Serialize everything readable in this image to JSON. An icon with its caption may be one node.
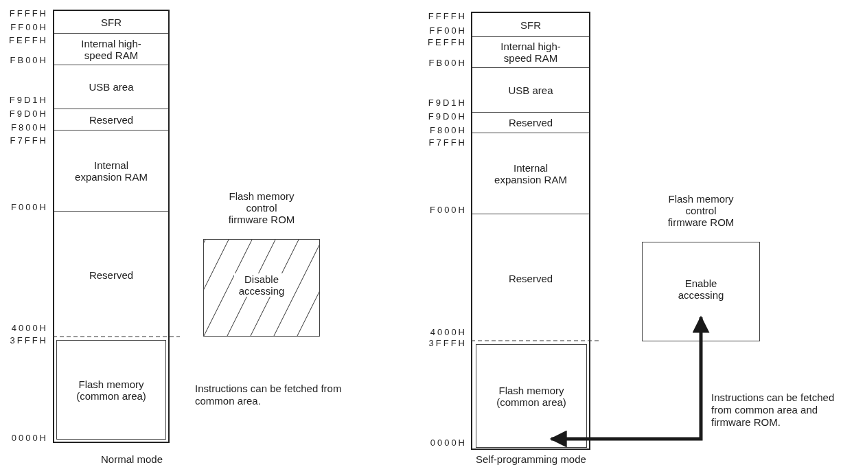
{
  "diagram": {
    "nodes": [
      {
        "text": [],
        "shape": "box",
        "beside": [
          "Normal mode"
        ]
      },
      {
        "text": [
          "SFR"
        ],
        "in": 0
      },
      {
        "text": [
          "Internal high-speed RAM"
        ],
        "in": 0
      },
      {
        "text": [
          "USB area"
        ],
        "in": 0
      },
      {
        "text": [
          "Reserved"
        ],
        "in": 0
      },
      {
        "text": [
          "Internal expansion RAM"
        ],
        "in": 0
      },
      {
        "text": [
          "Reserved"
        ],
        "in": 0
      },
      {
        "text": [
          "Flash memory (common area)"
        ],
        "in": 0
      },
      {
        "text": [
          "Flash memory control firmware ROM",
          "Disable accessing"
        ]
      },
      {
        "text": [],
        "shape": "box",
        "beside": [
          "Self-programming mode"
        ]
      },
      {
        "text": [
          "SFR"
        ],
        "in": 9
      },
      {
        "text": [
          "Internal high-speed RAM"
        ],
        "in": 9
      },
      {
        "text": [
          "USB area"
        ],
        "in": 9
      },
      {
        "text": [
          "Reserved"
        ],
        "in": 9
      },
      {
        "text": [
          "Internal expansion RAM"
        ],
        "in": 9
      },
      {
        "text": [
          "Reserved"
        ],
        "in": 9
      },
      {
        "text": [
          "Flash memory (common area)"
        ],
        "in": 9
      },
      {
        "text": [
          "Flash memory control firmware ROM",
          "Enable accessing"
        ]
      }
    ],
    "edges": [
      {
        "from": 16,
        "to": 17,
        "arrow": "both"
      }
    ],
    "labels": [
      "FFFFH",
      "FF00H",
      "FEFFH",
      "FB00H",
      "F9D1H",
      "F9D0H",
      "F800H",
      "F7FFH",
      "F000H",
      "4000H",
      "3FFFH",
      "0000H",
      "Instructions can be fetched from common area.",
      "FFFFH",
      "FF00H",
      "FEFFH",
      "FB00H",
      "F9D1H",
      "F9D0H",
      "F800H",
      "F7FFH",
      "F000H",
      "4000H",
      "3FFFH",
      "0000H",
      "Instructions can be fetched from common area and firmware ROM."
    ]
  }
}
